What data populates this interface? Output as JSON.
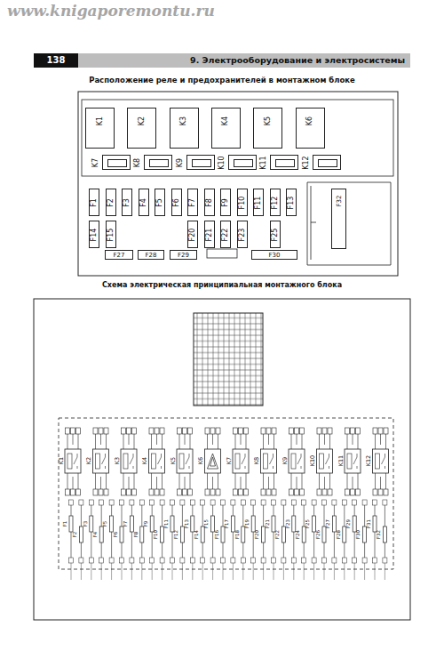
{
  "diagram": {
    "title": "Расположение реле и предохранителей в монтажном блоке",
    "nodes": [
      {
        "text": [
          "K1"
        ]
      },
      {
        "text": [
          "K2"
        ]
      },
      {
        "text": [
          "K3"
        ]
      },
      {
        "text": [
          "K4"
        ]
      },
      {
        "text": [
          "K5"
        ]
      },
      {
        "text": [
          "K6"
        ]
      },
      {
        "text": [
          "K7"
        ]
      },
      {
        "text": [
          "K8"
        ]
      },
      {
        "text": [
          "K9"
        ]
      },
      {
        "text": [
          "K10"
        ]
      },
      {
        "text": [
          "K11"
        ]
      },
      {
        "text": [
          "K12"
        ]
      },
      {
        "text": [
          "F1"
        ]
      },
      {
        "text": [
          "F2"
        ]
      },
      {
        "text": [
          "F3"
        ]
      },
      {
        "text": [
          "F4"
        ]
      },
      {
        "text": [
          "F5"
        ]
      },
      {
        "text": [
          "F6"
        ]
      },
      {
        "text": [
          "F7"
        ]
      },
      {
        "text": [
          "F8"
        ]
      },
      {
        "text": [
          "F9"
        ]
      },
      {
        "text": [
          "F10"
        ]
      },
      {
        "text": [
          "F11"
        ]
      },
      {
        "text": [
          "F12"
        ]
      },
      {
        "text": [
          "F13"
        ]
      },
      {
        "text": [
          "F14"
        ]
      },
      {
        "text": [
          "F15"
        ]
      },
      {
        "text": [
          "F20"
        ]
      },
      {
        "text": [
          "F21"
        ]
      },
      {
        "text": [
          "F22"
        ]
      },
      {
        "text": [
          "F23"
        ]
      },
      {
        "text": [
          "F25"
        ]
      },
      {
        "text": [
          "F27"
        ]
      },
      {
        "text": [
          "F28"
        ]
      },
      {
        "text": [
          "F29"
        ]
      },
      {
        "text": [
          "F30"
        ]
      },
      {
        "text": [
          "F32"
        ]
      }
    ],
    "labels": [
      "www.knigaporemontu.ru",
      "138",
      "9. Электрооборудование и электросистемы",
      "Схема электрическая принципиальная монтажного блока",
      "K1",
      "K2",
      "K3",
      "K4",
      "K5",
      "K6",
      "K7",
      "K8",
      "K9",
      "K10",
      "K11",
      "K12",
      "F1",
      "F2",
      "F3",
      "F4",
      "F5",
      "F6",
      "F7",
      "F8",
      "F9",
      "F10",
      "F11",
      "F12",
      "F13",
      "F14",
      "F15",
      "F16",
      "F17",
      "F18",
      "F19",
      "F20",
      "F21",
      "F22",
      "F23",
      "F24",
      "F25",
      "F26",
      "F27",
      "F28",
      "F29",
      "F30",
      "F31",
      "F32"
    ]
  }
}
